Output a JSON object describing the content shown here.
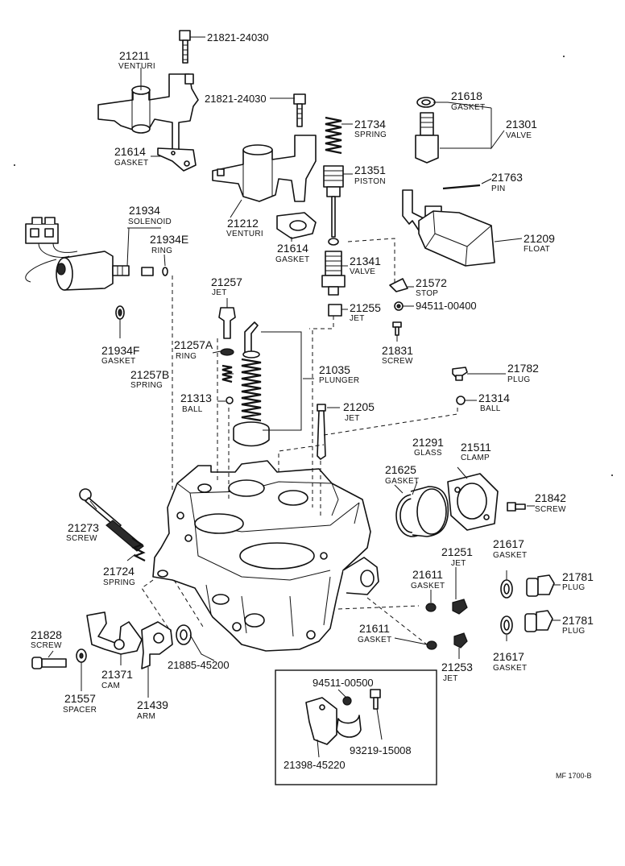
{
  "diagram": {
    "reference_code": "MF 1700-B",
    "labels": [
      {
        "id": "l_21821a",
        "number": "21821-24030",
        "name": ""
      },
      {
        "id": "l_21211",
        "number": "21211",
        "name": "VENTURI"
      },
      {
        "id": "l_21821b",
        "number": "21821-24030",
        "name": ""
      },
      {
        "id": "l_21614a",
        "number": "21614",
        "name": "GASKET"
      },
      {
        "id": "l_21734",
        "number": "21734",
        "name": "SPRING"
      },
      {
        "id": "l_21618",
        "number": "21618",
        "name": "GASKET"
      },
      {
        "id": "l_21301",
        "number": "21301",
        "name": "VALVE"
      },
      {
        "id": "l_21351",
        "number": "21351",
        "name": "PISTON"
      },
      {
        "id": "l_21763",
        "number": "21763",
        "name": "PIN"
      },
      {
        "id": "l_21212",
        "number": "21212",
        "name": "VENTURI"
      },
      {
        "id": "l_21614b",
        "number": "21614",
        "name": "GASKET"
      },
      {
        "id": "l_21209",
        "number": "21209",
        "name": "FLOAT"
      },
      {
        "id": "l_21934",
        "number": "21934",
        "name": "SOLENOID"
      },
      {
        "id": "l_21934E",
        "number": "21934E",
        "name": "RING"
      },
      {
        "id": "l_21341",
        "number": "21341",
        "name": "VALVE"
      },
      {
        "id": "l_21572",
        "number": "21572",
        "name": "STOP"
      },
      {
        "id": "l_21257",
        "number": "21257",
        "name": "JET"
      },
      {
        "id": "l_94511a",
        "number": "94511-00400",
        "name": ""
      },
      {
        "id": "l_21255",
        "number": "21255",
        "name": "JET"
      },
      {
        "id": "l_21934F",
        "number": "21934F",
        "name": "GASKET"
      },
      {
        "id": "l_21257A",
        "number": "21257A",
        "name": "RING"
      },
      {
        "id": "l_21831",
        "number": "21831",
        "name": "SCREW"
      },
      {
        "id": "l_21035",
        "number": "21035",
        "name": "PLUNGER"
      },
      {
        "id": "l_21257B",
        "number": "21257B",
        "name": "SPRING"
      },
      {
        "id": "l_21782",
        "number": "21782",
        "name": "PLUG"
      },
      {
        "id": "l_21313",
        "number": "21313",
        "name": "BALL"
      },
      {
        "id": "l_21205",
        "number": "21205",
        "name": "JET"
      },
      {
        "id": "l_21314",
        "number": "21314",
        "name": "BALL"
      },
      {
        "id": "l_21291",
        "number": "21291",
        "name": "GLASS"
      },
      {
        "id": "l_21511",
        "number": "21511",
        "name": "CLAMP"
      },
      {
        "id": "l_21625",
        "number": "21625",
        "name": "GASKET"
      },
      {
        "id": "l_21842",
        "number": "21842",
        "name": "SCREW"
      },
      {
        "id": "l_21273",
        "number": "21273",
        "name": "SCREW"
      },
      {
        "id": "l_21617a",
        "number": "21617",
        "name": "GASKET"
      },
      {
        "id": "l_21251",
        "number": "21251",
        "name": "JET"
      },
      {
        "id": "l_21724",
        "number": "21724",
        "name": "SPRING"
      },
      {
        "id": "l_21611a",
        "number": "21611",
        "name": "GASKET"
      },
      {
        "id": "l_21781a",
        "number": "21781",
        "name": "PLUG"
      },
      {
        "id": "l_21781b",
        "number": "21781",
        "name": "PLUG"
      },
      {
        "id": "l_21828",
        "number": "21828",
        "name": "SCREW"
      },
      {
        "id": "l_21611b",
        "number": "21611",
        "name": "GASKET"
      },
      {
        "id": "l_21885",
        "number": "21885-45200",
        "name": ""
      },
      {
        "id": "l_21371",
        "number": "21371",
        "name": "CAM"
      },
      {
        "id": "l_21253",
        "number": "21253",
        "name": "JET"
      },
      {
        "id": "l_21617b",
        "number": "21617",
        "name": "GASKET"
      },
      {
        "id": "l_21557",
        "number": "21557",
        "name": "SPACER"
      },
      {
        "id": "l_21439",
        "number": "21439",
        "name": "ARM"
      },
      {
        "id": "l_94511b",
        "number": "94511-00500",
        "name": ""
      },
      {
        "id": "l_93219",
        "number": "93219-15008",
        "name": ""
      },
      {
        "id": "l_21398",
        "number": "21398-45220",
        "name": ""
      }
    ]
  }
}
